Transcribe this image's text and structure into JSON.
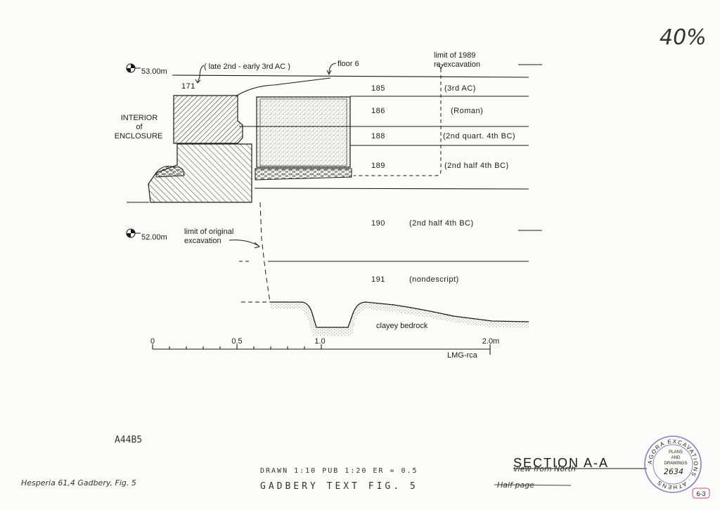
{
  "corner_mark": "40%",
  "elevations": {
    "upper": "53.00m",
    "lower": "52.00m"
  },
  "notes": {
    "period_171": "( late 2nd - early 3rd AC )",
    "floor": "floor 6",
    "reexcavation": [
      "limit of 1989",
      "re-excavation"
    ],
    "original_excavation": [
      "limit of original",
      "excavation"
    ],
    "enclosure": [
      "INTERIOR",
      "of",
      "ENCLOSURE"
    ],
    "bedrock": "clayey bedrock"
  },
  "layers": [
    {
      "number": "171",
      "date": ""
    },
    {
      "number": "185",
      "date": "(3rd AC)"
    },
    {
      "number": "186",
      "date": "(Roman)"
    },
    {
      "number": "188",
      "date": "(2nd quart. 4th BC)"
    },
    {
      "number": "189",
      "date": "(2nd half 4th BC)"
    },
    {
      "number": "190",
      "date": "(2nd half 4th BC)"
    },
    {
      "number": "191",
      "date": "(nondescript)"
    }
  ],
  "scale": {
    "ticks": [
      "0",
      "0.5",
      "1.0",
      "2.0m"
    ],
    "credit": "LMG-rca"
  },
  "footer": {
    "plate_code": "A44B5",
    "citation": "Hesperia 61,4 Gadbery, Fig. 5",
    "drawn_line": "DRAWN 1:10 PUB 1:20 ER = 0.5",
    "title_line": "GADBERY TEXT FIG. 5",
    "half_page": "Half page",
    "section_title": "SECTION A-A",
    "section_subtitle": "view from North"
  },
  "stamp": {
    "ring_text": "AGORA EXCAVATIONS · ATHENS",
    "inner_text": [
      "PLANS",
      "AND",
      "DRAWINGS"
    ],
    "number": "2634",
    "sheet": "6-3"
  },
  "colors": {
    "ink": "#1a1a1a",
    "stamp": "#8a7cc0",
    "stamp_number": "#222222",
    "sheet_mark": "#d04a7a"
  }
}
